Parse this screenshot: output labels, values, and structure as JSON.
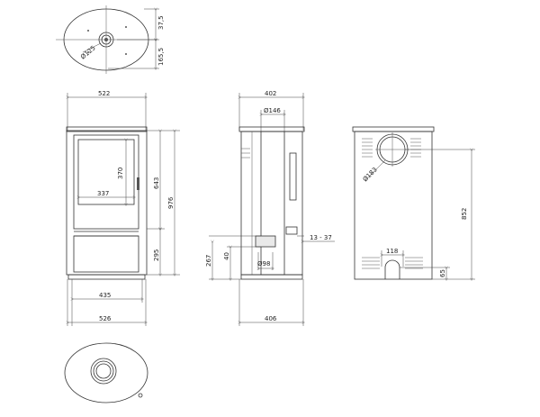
{
  "drawing": {
    "top_view": {
      "dims": {
        "d37_5": "37,5",
        "d165_5": "165,5",
        "d125": "Ø125"
      }
    },
    "front_view": {
      "dims": {
        "d522": "522",
        "d370": "370",
        "d337": "337",
        "d643": "643",
        "d976": "976",
        "d295": "295",
        "d435": "435",
        "d526": "526"
      }
    },
    "side_view": {
      "dims": {
        "d402": "402",
        "d146": "Ø146",
        "d267": "267",
        "d40": "40",
        "d13_37": "13 - 37",
        "d98": "Ø98",
        "d406": "406"
      }
    },
    "back_view": {
      "dims": {
        "d183": "Ø183",
        "d852": "852",
        "d118": "118",
        "d65": "65"
      }
    }
  }
}
